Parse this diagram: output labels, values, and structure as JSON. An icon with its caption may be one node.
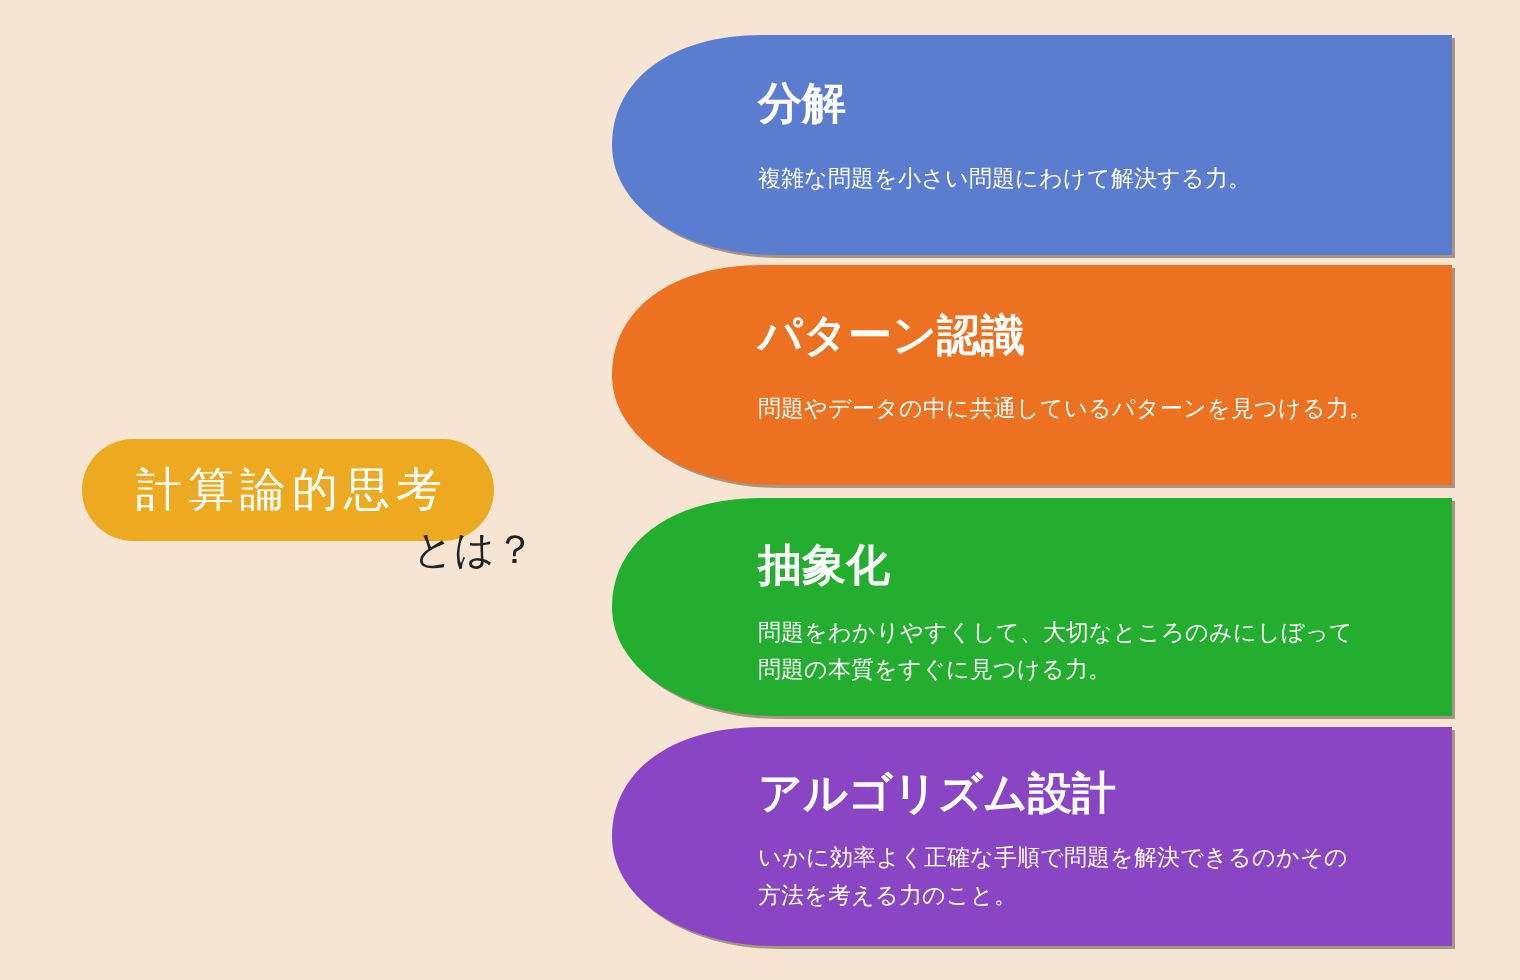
{
  "diagram": {
    "nodes": [
      {
        "text": [
          "計算論的思考",
          "とは？"
        ]
      },
      {
        "text": [
          "分解",
          "複雑な問題を小さい問題にわけて解決する力。"
        ]
      },
      {
        "text": [
          "パターン認識",
          "問題やデータの中に共通しているパターンを見つける力。"
        ]
      },
      {
        "text": [
          "抽象化",
          "問題をわかりやすくして、大切なところのみにしぼって問題の本質をすぐに見つける力。"
        ]
      },
      {
        "text": [
          "アルゴリズム設計",
          "いかに効率よく正確な手順で問題を解決できるのかその方法を考える力のこと。"
        ]
      }
    ]
  }
}
